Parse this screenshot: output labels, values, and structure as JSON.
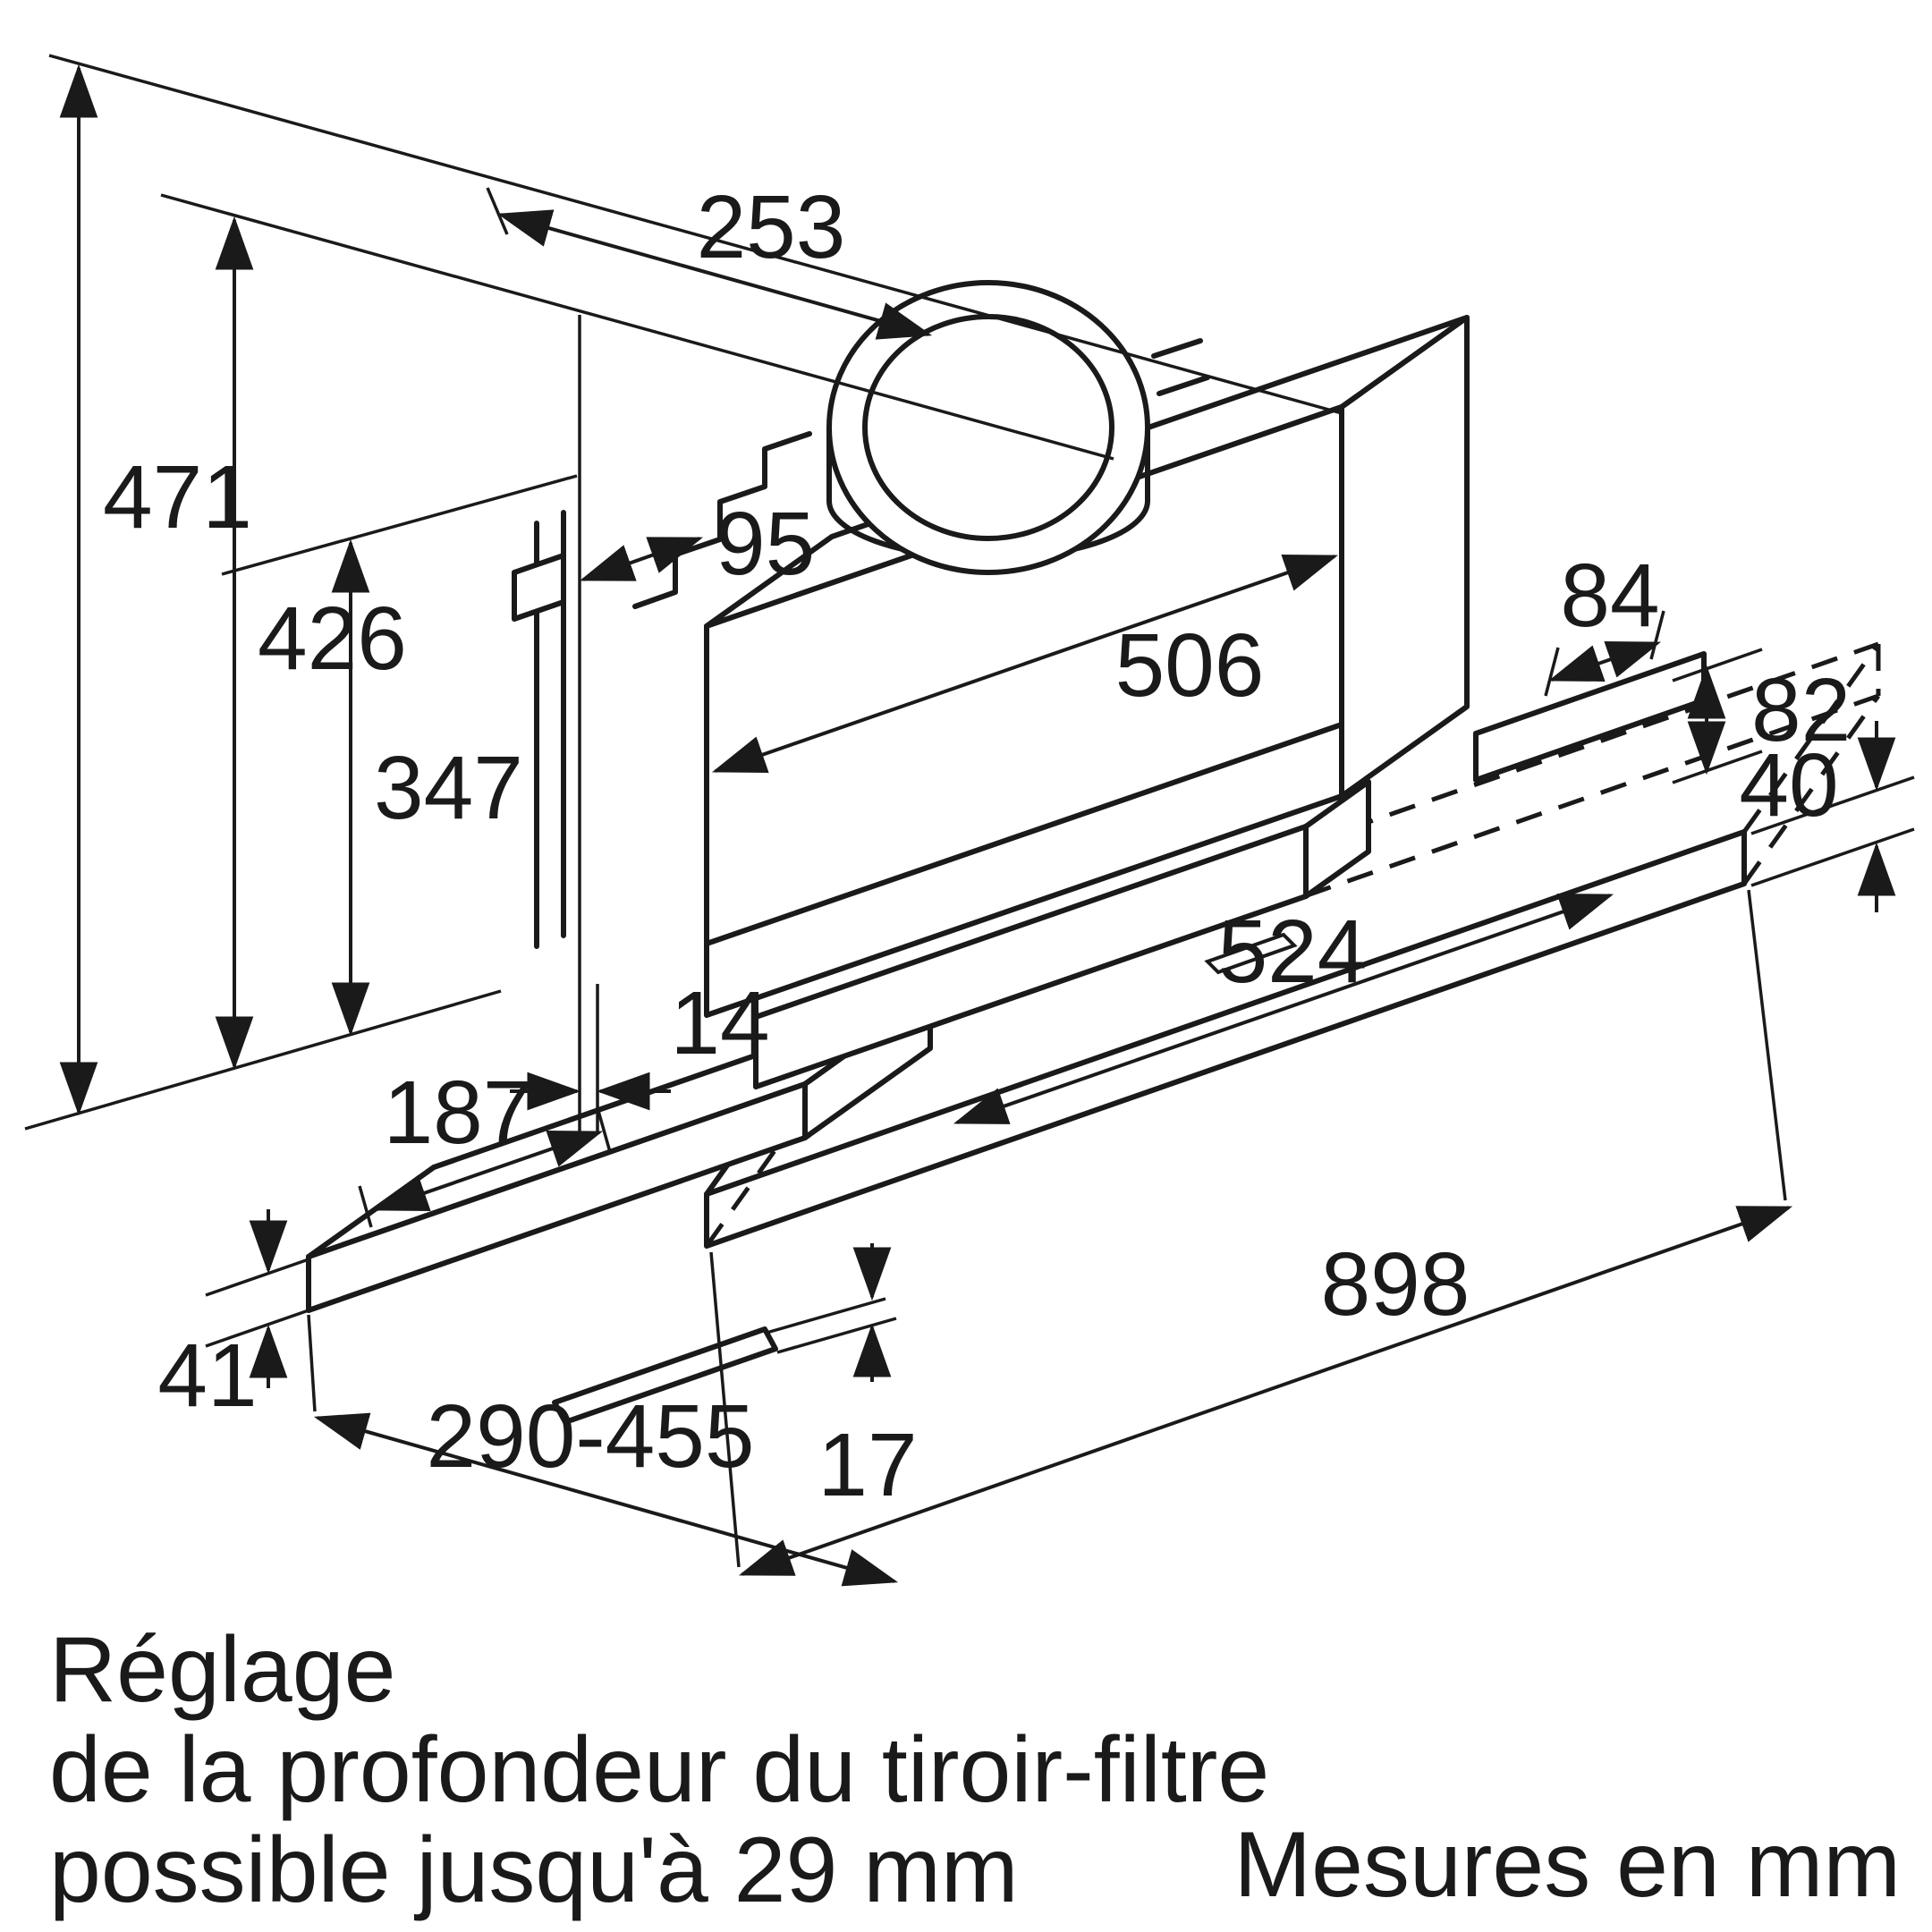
{
  "diagram": {
    "dimensions": {
      "total_height": "471",
      "height_to_canopy_top": "426",
      "canopy_height": "347",
      "duct_setback": "253",
      "duct_front_clearance": "95",
      "canopy_top_width": "506",
      "rail_end_length": "84",
      "rail_height": "82",
      "panel_thickness": "40",
      "canopy_bottom_width": "524",
      "filter_offset": "14",
      "front_inset": "187",
      "drawer_front_height": "41",
      "overall_width": "898",
      "drawer_depth_range": "290-455",
      "lip_height": "17"
    },
    "notes": {
      "adjustment_line1": "Réglage",
      "adjustment_line2": "de la profondeur du tiroir-filtre",
      "adjustment_line3": "possible jusqu'à 29 mm",
      "units_note": "Mesures en mm"
    },
    "colors": {
      "line": "#1a1a1a",
      "background": "#ffffff"
    }
  }
}
